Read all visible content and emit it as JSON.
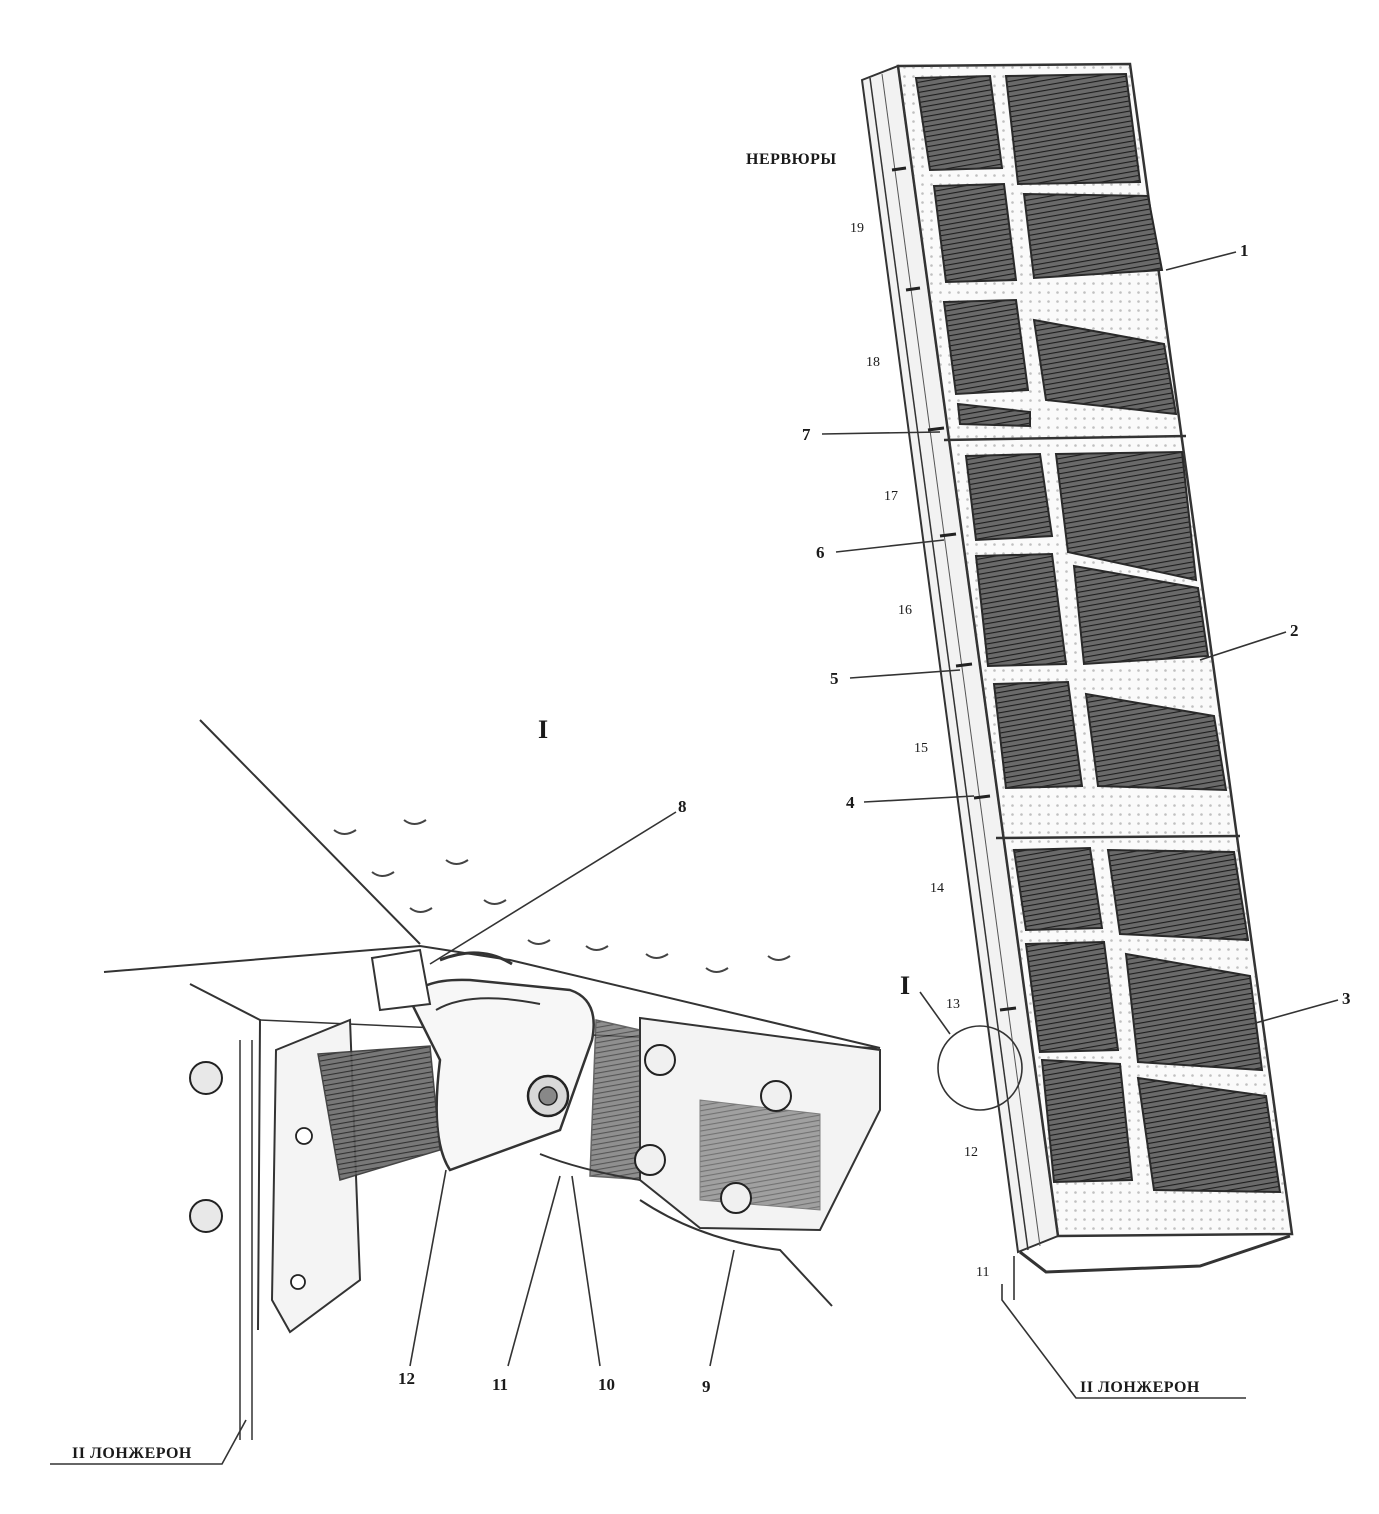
{
  "labels": {
    "nervyury": "НЕРВЮРЫ",
    "lonzheron_right": "II ЛОНЖЕРОН",
    "lonzheron_left": "II ЛОНЖЕРОН",
    "detail_title": "I",
    "detail_marker": "I",
    "parts": [
      "1",
      "2",
      "3",
      "4",
      "5",
      "6",
      "7",
      "8",
      "9",
      "10",
      "11",
      "12"
    ],
    "ribs": [
      "19",
      "18",
      "17",
      "16",
      "15",
      "14",
      "13",
      "12",
      "11"
    ]
  },
  "colors": {
    "ink": "#2b2b2b",
    "shade": "#4a4a4a",
    "paper": "#ffffff"
  }
}
